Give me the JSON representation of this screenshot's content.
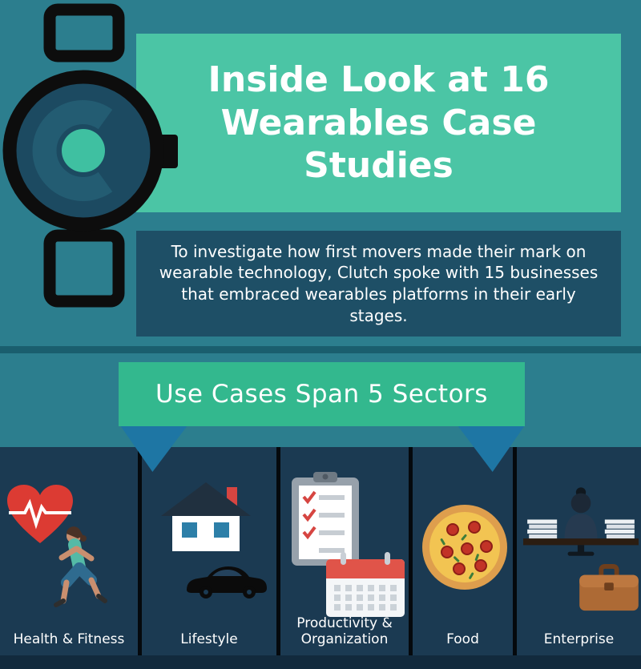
{
  "header": {
    "title": "Inside Look at 16 Wearables Case Studies",
    "description": "To investigate how first movers made their mark on wearable technology, Clutch spoke with 15 businesses that embraced wearables platforms in their early stages."
  },
  "banner": {
    "label": "Use Cases Span 5 Sectors"
  },
  "sectors": [
    {
      "label": "Health & Fitness",
      "icon": "heart-ekg-and-runner-icon"
    },
    {
      "label": "Lifestyle",
      "icon": "house-and-car-icon"
    },
    {
      "label": "Productivity & Organization",
      "icon": "clipboard-and-calendar-icon"
    },
    {
      "label": "Food",
      "icon": "pizza-icon"
    },
    {
      "label": "Enterprise",
      "icon": "office-desk-and-briefcase-icon"
    }
  ],
  "colors": {
    "background_teal": "#2C7E8E",
    "title_box_green": "#4BC5A5",
    "description_box_navy": "#1E4F66",
    "divider_teal": "#1A5E6E",
    "ribbon_green": "#33B88E",
    "ribbon_fold_blue": "#1E76A4",
    "sectors_navy": "#1B3A52",
    "footer_navy": "#122A3D",
    "watch_outline_black": "#0D0D0D",
    "watch_face_navy": "#1C4A61",
    "logo_teal": "#3FC0A1",
    "heart_red": "#DC3B33",
    "calendar_red": "#E05449",
    "pizza_yellow": "#F2C452",
    "briefcase_brown": "#AD6A35"
  }
}
